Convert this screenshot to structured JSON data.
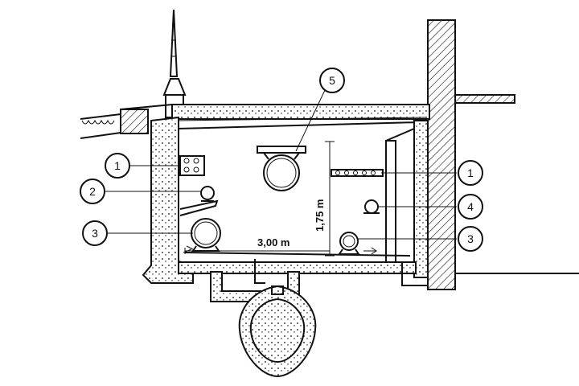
{
  "labels": [
    {
      "number": "1"
    },
    {
      "number": "2"
    },
    {
      "number": "3"
    },
    {
      "number": "5"
    },
    {
      "number": "1"
    },
    {
      "number": "4"
    },
    {
      "number": "3"
    }
  ],
  "dimensions": {
    "width": "3,00 m",
    "height": "1,75 m"
  }
}
